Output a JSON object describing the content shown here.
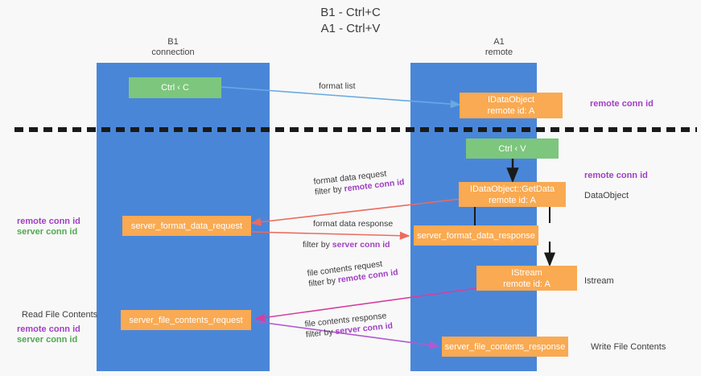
{
  "title": {
    "line1": "B1 - Ctrl+C",
    "line2": "A1 - Ctrl+V"
  },
  "columns": [
    {
      "name": "B1",
      "sub": "connection"
    },
    {
      "name": "A1",
      "sub": "remote"
    }
  ],
  "colors": {
    "lane": "#4a86d8",
    "green_box": "#7dc67d",
    "orange_box": "#f9aa52",
    "purple_text": "#a13fc4",
    "green_text": "#52a852",
    "arrow_blue": "#6aa9e0",
    "arrow_red": "#ec6b5e",
    "arrow_pink": "#d43fa0",
    "arrow_purple": "#b05ad0",
    "arrow_black": "#1a1a1a",
    "divider": "#1a1a1a",
    "background": "#f8f8f8"
  },
  "boxes": {
    "ctrl_c": {
      "line1": "Ctrl ‹ C"
    },
    "idataobject": {
      "line1": "IDataObject",
      "line2": "remote id: A"
    },
    "ctrl_v": {
      "line1": "Ctrl ‹ V"
    },
    "getdata": {
      "line1": "IDataObject::GetData",
      "line2": "remote id: A"
    },
    "server_format_data_request": {
      "line1": "server_format_data_request"
    },
    "server_format_data_response": {
      "line1": "server_format_data_response"
    },
    "istream": {
      "line1": "IStream",
      "line2": "remote id: A"
    },
    "server_file_contents_request": {
      "line1": "server_file_contents_request"
    },
    "server_file_contents_response": {
      "line1": "server_file_contents_response"
    }
  },
  "edge_labels": {
    "format_list": "format list",
    "format_data_request": "format data request",
    "format_data_request_filter_prefix": "filter by ",
    "format_data_request_filter_key": "remote conn id",
    "format_data_response": "format data response",
    "format_data_response_filter_prefix": "filter by ",
    "format_data_response_filter_key": "server conn id",
    "file_contents_request": "file contents request",
    "file_contents_request_filter_prefix": "filter by ",
    "file_contents_request_filter_key": "remote conn id",
    "file_contents_response": "file contents response",
    "file_contents_response_filter_prefix": "filter by ",
    "file_contents_response_filter_key": "server conn id"
  },
  "right_labels": {
    "remote_conn_id_top": "remote conn id",
    "remote_conn_id_mid": "remote conn id",
    "dataobject": "DataObject",
    "istream": "Istream",
    "write_file_contents": "Write File Contents"
  },
  "left_labels": {
    "remote_conn_id_mid": "remote conn id",
    "server_conn_id_mid": "server conn id",
    "read_file_contents": "Read File Contents",
    "remote_conn_id_bottom": "remote conn id",
    "server_conn_id_bottom": "server conn id"
  }
}
